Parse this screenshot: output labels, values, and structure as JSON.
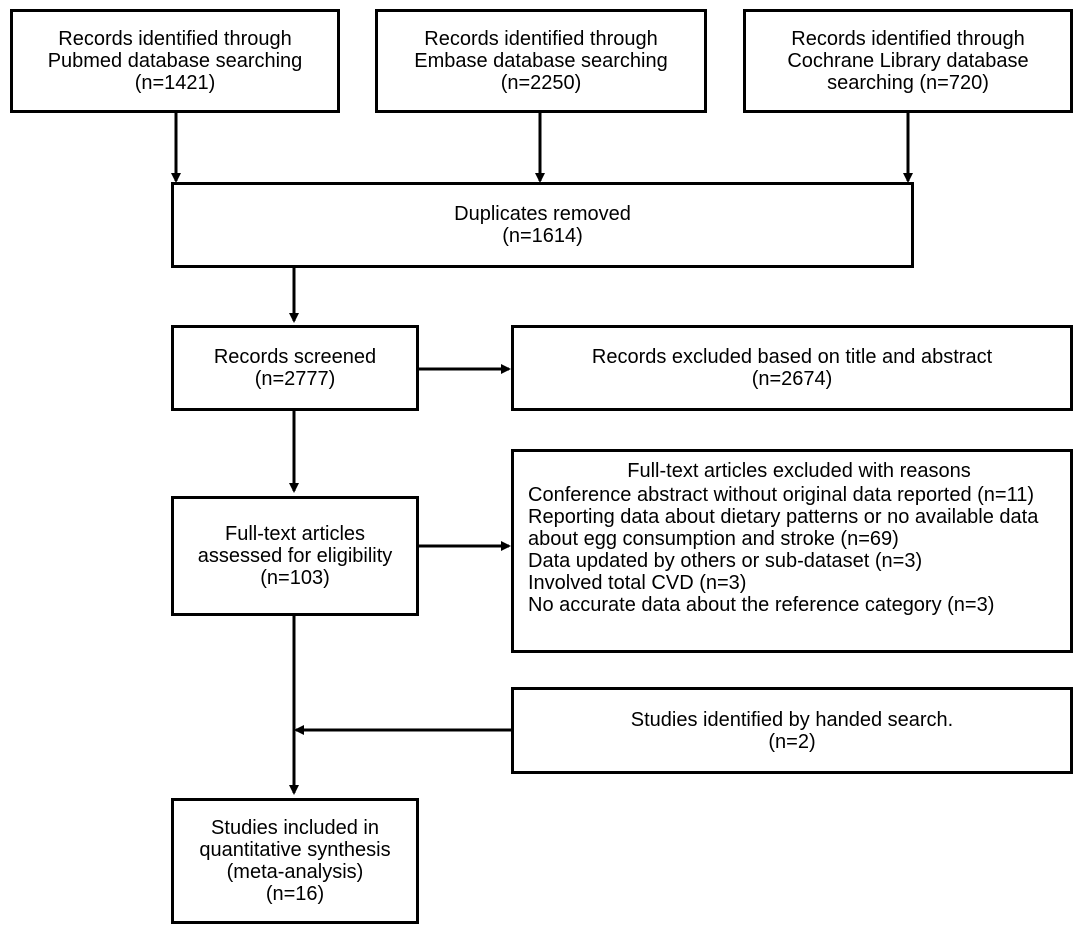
{
  "boxes": {
    "pubmed": [
      "Records identified through",
      "Pubmed database searching",
      "(n=1421)"
    ],
    "embase": [
      "Records identified through",
      "Embase database searching",
      "(n=2250)"
    ],
    "cochrane": [
      "Records identified through",
      "Cochrane Library database",
      "searching (n=720)"
    ],
    "duplicates": [
      "Duplicates removed",
      "(n=1614)"
    ],
    "screened": [
      "Records screened",
      "(n=2777)"
    ],
    "excluded_title": [
      "Records excluded based on title and abstract",
      "(n=2674)"
    ],
    "fulltext": [
      "Full-text articles",
      "assessed for eligibility",
      "(n=103)"
    ],
    "fulltext_excluded": {
      "heading": "Full-text articles excluded with reasons",
      "reasons": [
        "Conference abstract without original data reported (n=11)",
        "Reporting data about dietary patterns or no available data",
        "about egg consumption and stroke (n=69)",
        "Data updated by others or sub-dataset (n=3)",
        "Involved total CVD (n=3)",
        "No accurate data about the reference category (n=3)"
      ]
    },
    "handed": [
      "Studies identified by handed search.",
      "(n=2)"
    ],
    "included": [
      "Studies included in",
      "quantitative synthesis",
      "(meta-analysis)",
      "(n=16)"
    ]
  }
}
